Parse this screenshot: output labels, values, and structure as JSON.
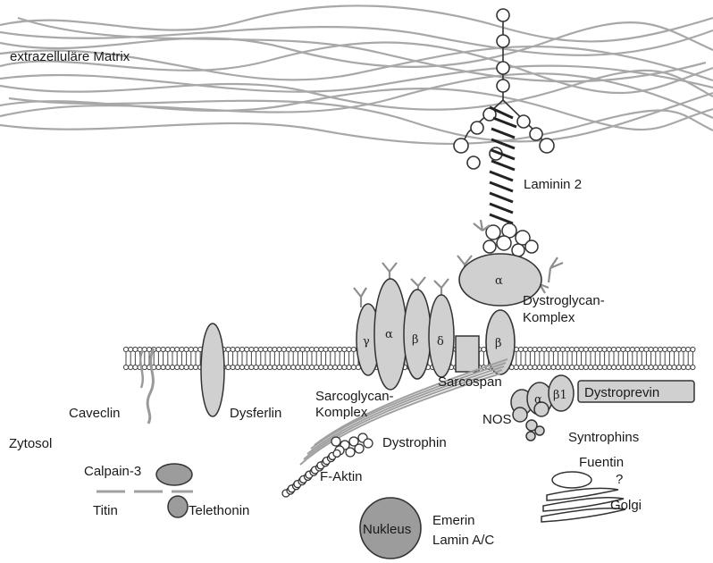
{
  "labels": {
    "matrix": "extrazelluläre Matrix",
    "laminin": "Laminin 2",
    "dystroglycan1": "Dystroglycan-",
    "dystroglycan2": "Komplex",
    "sarcospan": "Sarcospan",
    "sarcoglycan1": "Sarcoglycan-",
    "sarcoglycan2": "Komplex",
    "dystrophin": "Dystrophin",
    "dystroprevin": "Dystroprevin",
    "nos": "NOS",
    "syntrophins": "Syntrophins",
    "caveclin": "Caveclin",
    "dysferlin": "Dysferlin",
    "zytosol": "Zytosol",
    "calpain": "Calpain-3",
    "titin": "Titin",
    "telethonin": "Telethonin",
    "faktin": "F-Aktin",
    "nukleus": "Nukleus",
    "emerin": "Emerin",
    "lamin": "Lamin A/C",
    "fuentin": "Fuentin",
    "question": "?",
    "golgi": "Golgi"
  },
  "glyphs": {
    "alpha": "α",
    "beta": "β",
    "gamma": "γ",
    "delta": "δ",
    "beta1": "β1"
  },
  "colors": {
    "fiber": "#a8a8a8",
    "protein_fill": "#d0d0d0",
    "dark_fill": "#9c9c9c",
    "outline": "#333333",
    "membrane": "#555555"
  }
}
